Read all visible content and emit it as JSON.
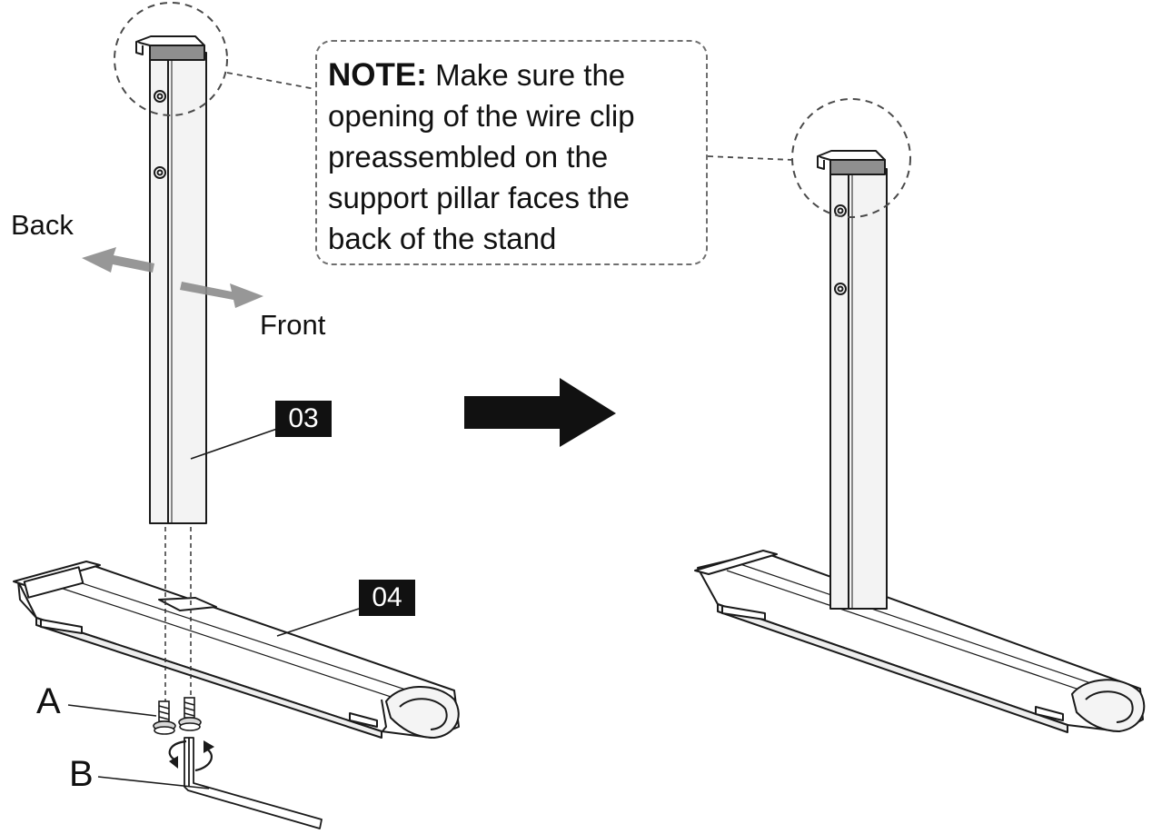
{
  "note": {
    "heading": "NOTE:",
    "lines": [
      "Make sure the",
      "opening of the wire clip",
      "preassembled on the",
      "support pillar faces the",
      "back of the stand"
    ]
  },
  "directions": {
    "back": "Back",
    "front": "Front"
  },
  "parts": {
    "pillar": "03",
    "base": "04",
    "screws": "A",
    "hex_key": "B"
  },
  "colors": {
    "line": "#1a1a1a",
    "arrow_gray": "#8c8c8c",
    "tag_bg": "#111111"
  }
}
